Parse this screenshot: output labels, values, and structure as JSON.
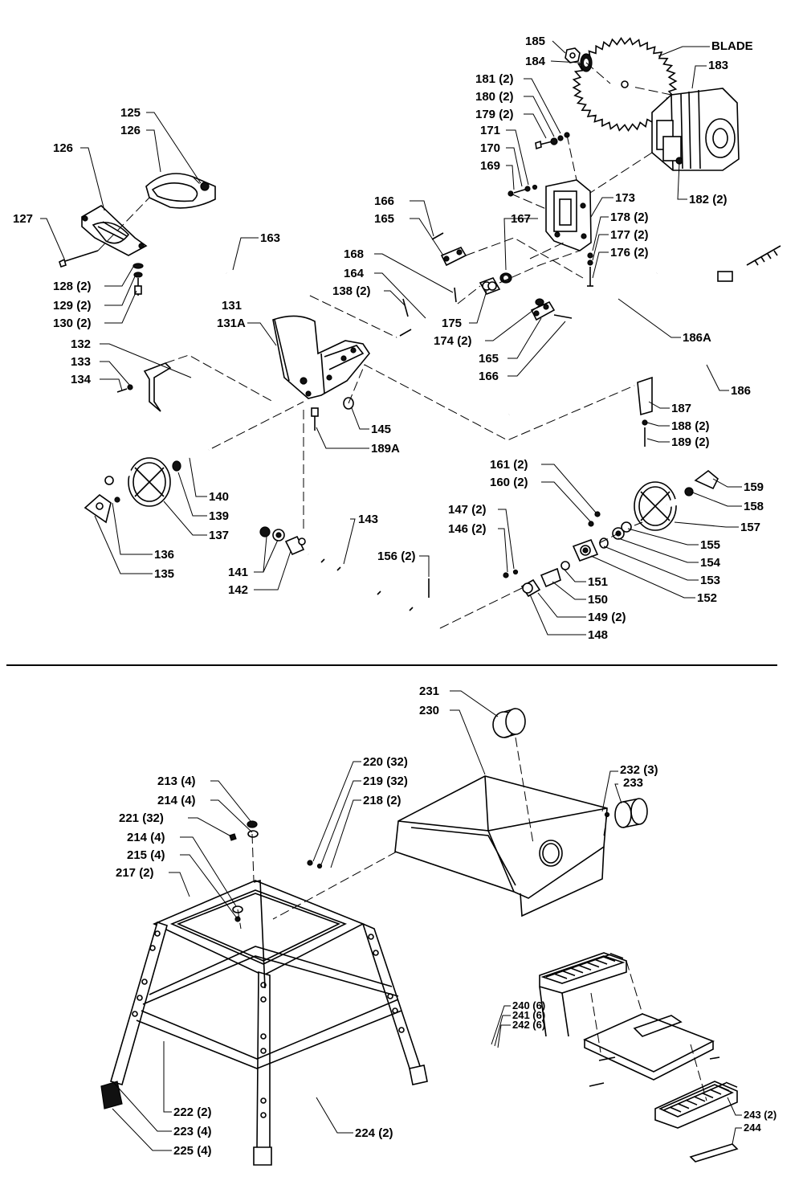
{
  "labels": [
    {
      "id": "L185",
      "text": "185"
    },
    {
      "id": "L184",
      "text": "184"
    },
    {
      "id": "LBLADE",
      "text": "BLADE"
    },
    {
      "id": "L183",
      "text": "183"
    },
    {
      "id": "L181",
      "text": "181 (2)"
    },
    {
      "id": "L180",
      "text": "180 (2)"
    },
    {
      "id": "L179",
      "text": "179 (2)"
    },
    {
      "id": "L171",
      "text": "171"
    },
    {
      "id": "L170",
      "text": "170"
    },
    {
      "id": "L169",
      "text": "169"
    },
    {
      "id": "L182",
      "text": "182 (2)"
    },
    {
      "id": "L125",
      "text": "125"
    },
    {
      "id": "L126a",
      "text": "126"
    },
    {
      "id": "L126b",
      "text": "126"
    },
    {
      "id": "L127",
      "text": "127"
    },
    {
      "id": "L128",
      "text": "128 (2)"
    },
    {
      "id": "L129",
      "text": "129 (2)"
    },
    {
      "id": "L130",
      "text": "130 (2)"
    },
    {
      "id": "L166a",
      "text": "166"
    },
    {
      "id": "L165a",
      "text": "165"
    },
    {
      "id": "L167",
      "text": "167"
    },
    {
      "id": "L173",
      "text": "173"
    },
    {
      "id": "L178",
      "text": "178 (2)"
    },
    {
      "id": "L177",
      "text": "177 (2)"
    },
    {
      "id": "L176",
      "text": "176 (2)"
    },
    {
      "id": "L163",
      "text": "163"
    },
    {
      "id": "L168",
      "text": "168"
    },
    {
      "id": "L164",
      "text": "164"
    },
    {
      "id": "L138",
      "text": "138 (2)"
    },
    {
      "id": "L131",
      "text": "131"
    },
    {
      "id": "L131A",
      "text": "131A"
    },
    {
      "id": "L132",
      "text": "132"
    },
    {
      "id": "L133",
      "text": "133"
    },
    {
      "id": "L134",
      "text": "134"
    },
    {
      "id": "L175",
      "text": "175"
    },
    {
      "id": "L174",
      "text": "174 (2)"
    },
    {
      "id": "L165b",
      "text": "165"
    },
    {
      "id": "L166b",
      "text": "166"
    },
    {
      "id": "L186A",
      "text": "186A"
    },
    {
      "id": "L186",
      "text": "186"
    },
    {
      "id": "L187",
      "text": "187"
    },
    {
      "id": "L188",
      "text": "188 (2)"
    },
    {
      "id": "L189",
      "text": "189 (2)"
    },
    {
      "id": "L145",
      "text": "145"
    },
    {
      "id": "L189A",
      "text": "189A"
    },
    {
      "id": "L161",
      "text": "161 (2)"
    },
    {
      "id": "L160",
      "text": "160 (2)"
    },
    {
      "id": "L159",
      "text": "159"
    },
    {
      "id": "L158",
      "text": "158"
    },
    {
      "id": "L157",
      "text": "157"
    },
    {
      "id": "L155",
      "text": "155"
    },
    {
      "id": "L154",
      "text": "154"
    },
    {
      "id": "L153",
      "text": "153"
    },
    {
      "id": "L152",
      "text": "152"
    },
    {
      "id": "L140",
      "text": "140"
    },
    {
      "id": "L139",
      "text": "139"
    },
    {
      "id": "L137",
      "text": "137"
    },
    {
      "id": "L136",
      "text": "136"
    },
    {
      "id": "L135",
      "text": "135"
    },
    {
      "id": "L143",
      "text": "143"
    },
    {
      "id": "L156",
      "text": "156 (2)"
    },
    {
      "id": "L147",
      "text": "147 (2)"
    },
    {
      "id": "L146",
      "text": "146 (2)"
    },
    {
      "id": "L141",
      "text": "141"
    },
    {
      "id": "L142",
      "text": "142"
    },
    {
      "id": "L151",
      "text": "151"
    },
    {
      "id": "L150",
      "text": "150"
    },
    {
      "id": "L149",
      "text": "149 (2)"
    },
    {
      "id": "L148",
      "text": "148"
    },
    {
      "id": "L231",
      "text": "231"
    },
    {
      "id": "L230",
      "text": "230"
    },
    {
      "id": "L232",
      "text": "232 (3)"
    },
    {
      "id": "L233",
      "text": "233"
    },
    {
      "id": "L220",
      "text": "220 (32)"
    },
    {
      "id": "L219",
      "text": "219 (32)"
    },
    {
      "id": "L218",
      "text": "218 (2)"
    },
    {
      "id": "L213",
      "text": "213 (4)"
    },
    {
      "id": "L214a",
      "text": "214 (4)"
    },
    {
      "id": "L221",
      "text": "221 (32)"
    },
    {
      "id": "L214b",
      "text": "214 (4)"
    },
    {
      "id": "L215",
      "text": "215 (4)"
    },
    {
      "id": "L217",
      "text": "217 (2)"
    },
    {
      "id": "L240",
      "text": "240 (6)"
    },
    {
      "id": "L241",
      "text": "241 (6)"
    },
    {
      "id": "L242",
      "text": "242 (6)"
    },
    {
      "id": "L222",
      "text": "222 (2)"
    },
    {
      "id": "L223",
      "text": "223 (4)"
    },
    {
      "id": "L225",
      "text": "225 (4)"
    },
    {
      "id": "L224",
      "text": "224 (2)"
    },
    {
      "id": "L243",
      "text": "243 (2)"
    },
    {
      "id": "L244",
      "text": "244"
    }
  ]
}
